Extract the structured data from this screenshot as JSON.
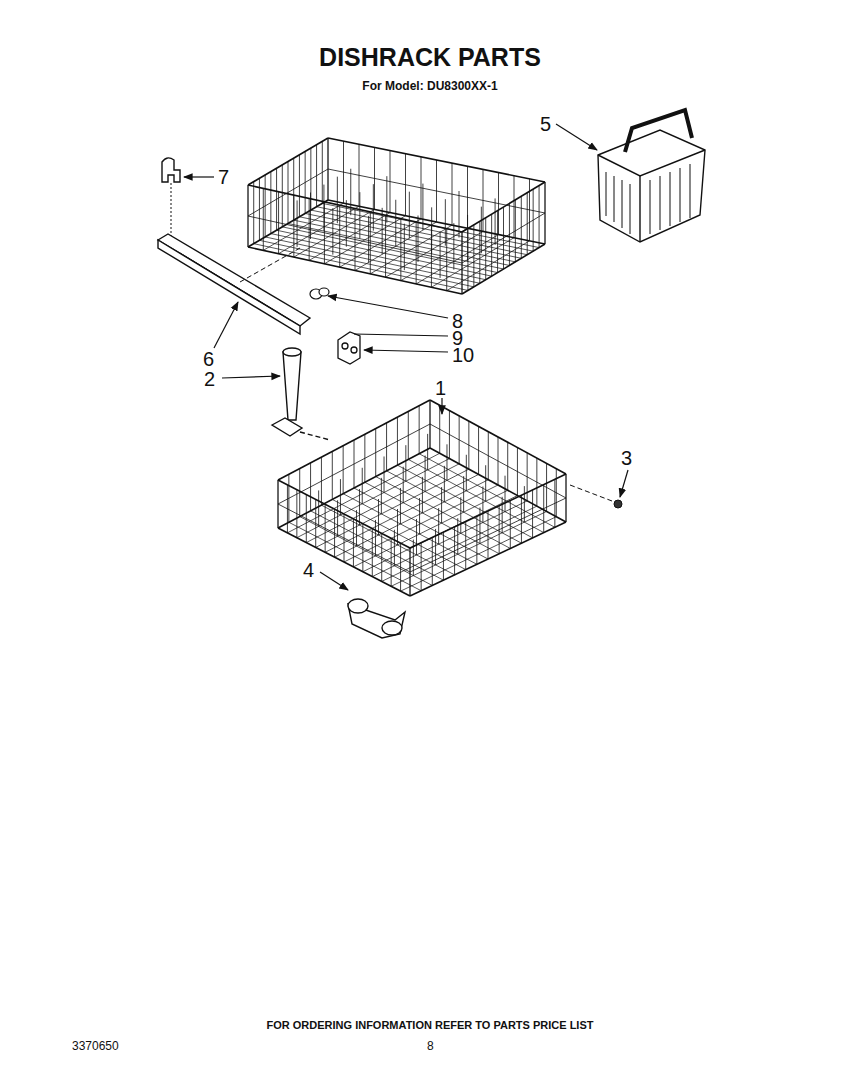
{
  "diagram": {
    "title": "DISHRACK PARTS",
    "labels": [
      "For Model: DU8300XX-1",
      "7",
      "5",
      "8",
      "9",
      "6",
      "10",
      "2",
      "1",
      "3",
      "4",
      "FOR ORDERING INFORMATION REFER TO PARTS PRICE LIST",
      "3370650",
      "8"
    ]
  }
}
